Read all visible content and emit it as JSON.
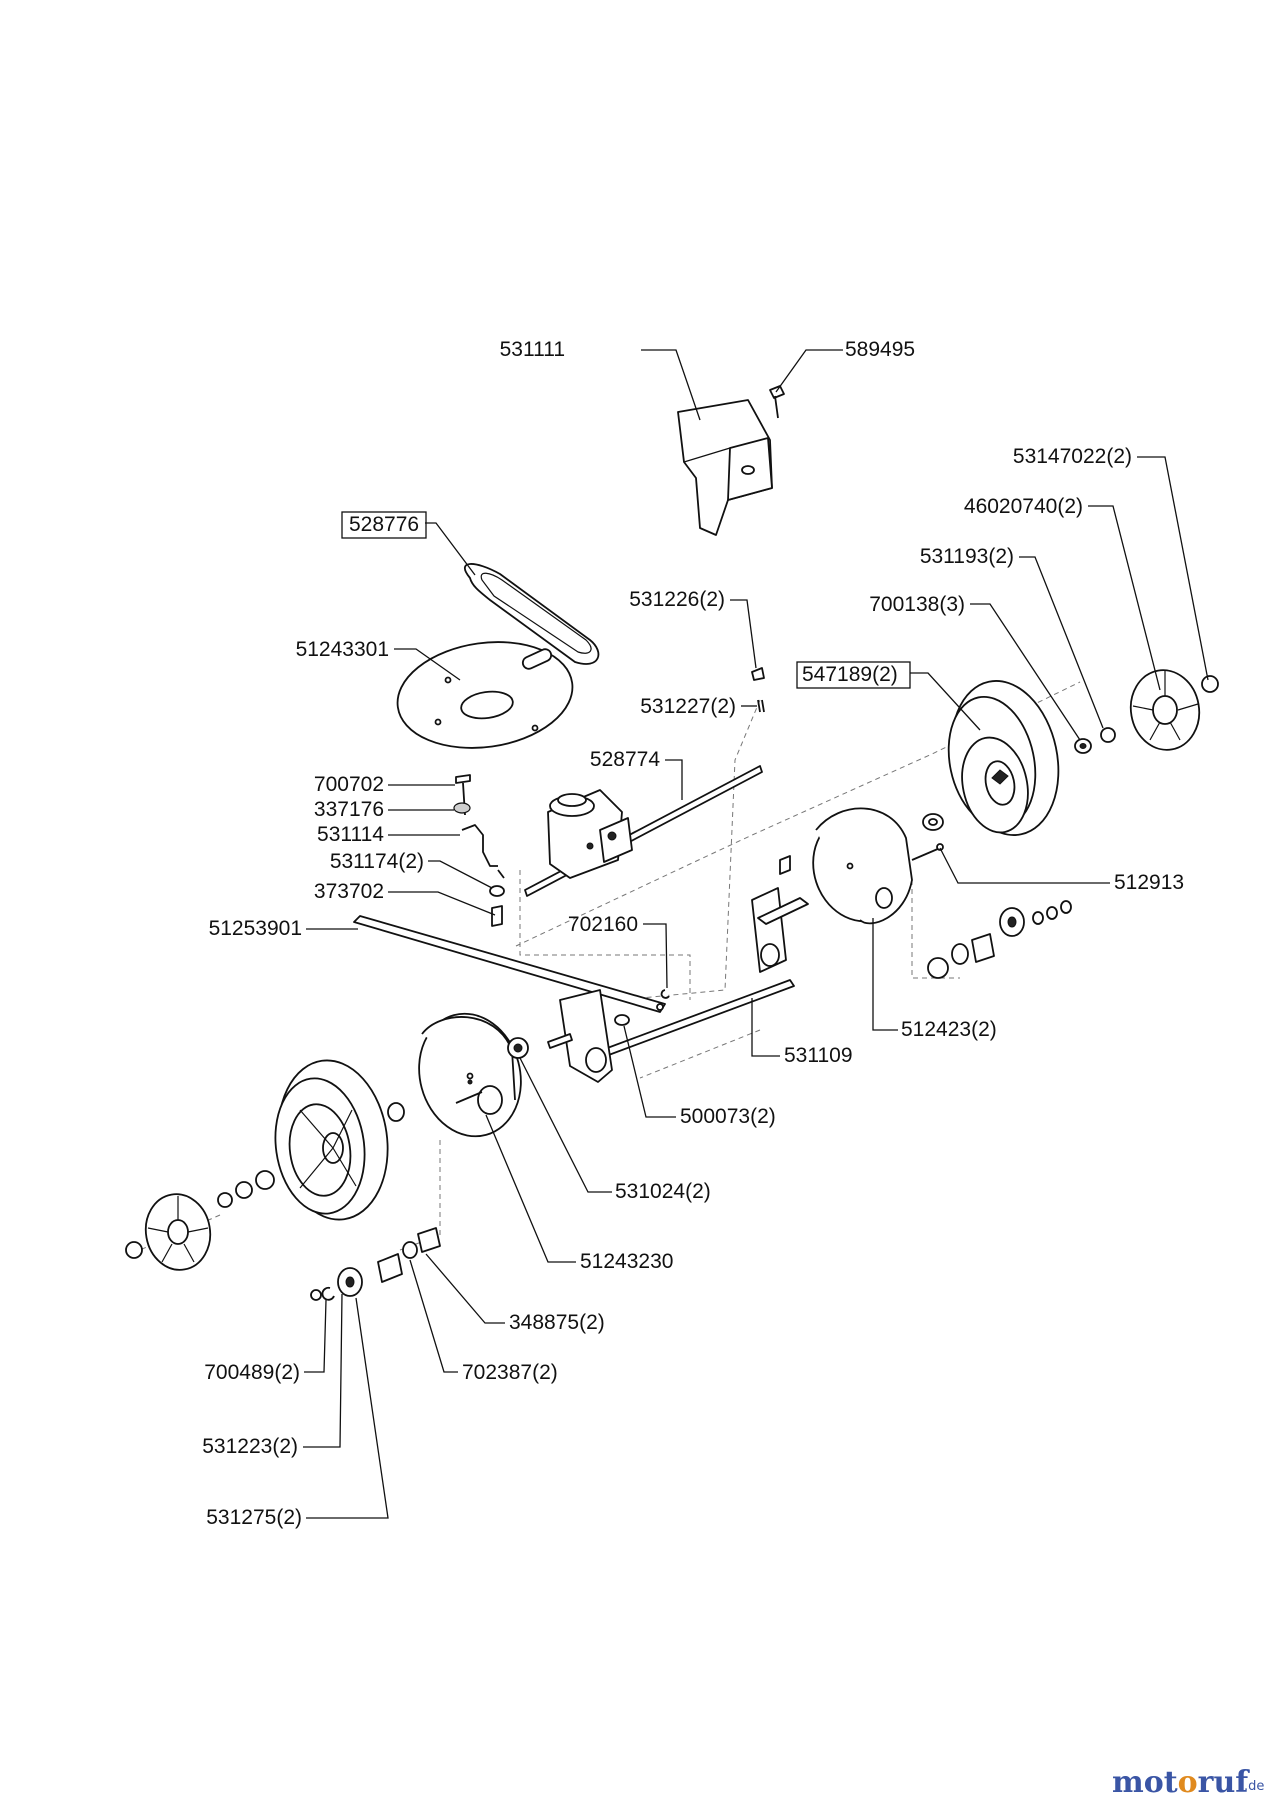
{
  "labels": [
    {
      "id": "lbl-531111",
      "text": "531111"
    },
    {
      "id": "lbl-589495",
      "text": "589495"
    },
    {
      "id": "lbl-53147022",
      "text": "53147022(2)"
    },
    {
      "id": "lbl-46020740",
      "text": "46020740(2)"
    },
    {
      "id": "lbl-528776",
      "text": "528776",
      "boxed": true
    },
    {
      "id": "lbl-531193",
      "text": "531193(2)"
    },
    {
      "id": "lbl-531226",
      "text": "531226(2)"
    },
    {
      "id": "lbl-700138",
      "text": "700138(3)"
    },
    {
      "id": "lbl-51243301",
      "text": "51243301"
    },
    {
      "id": "lbl-547189",
      "text": "547189(2)",
      "boxed": true
    },
    {
      "id": "lbl-531227",
      "text": "531227(2)"
    },
    {
      "id": "lbl-528774",
      "text": "528774"
    },
    {
      "id": "lbl-700702",
      "text": "700702"
    },
    {
      "id": "lbl-337176",
      "text": "337176"
    },
    {
      "id": "lbl-531114",
      "text": "531114"
    },
    {
      "id": "lbl-531174",
      "text": "531174(2)"
    },
    {
      "id": "lbl-512913",
      "text": "512913"
    },
    {
      "id": "lbl-373702",
      "text": "373702"
    },
    {
      "id": "lbl-51253901",
      "text": "51253901"
    },
    {
      "id": "lbl-702160",
      "text": "702160"
    },
    {
      "id": "lbl-512423",
      "text": "512423(2)"
    },
    {
      "id": "lbl-531109",
      "text": "531109"
    },
    {
      "id": "lbl-500073",
      "text": "500073(2)"
    },
    {
      "id": "lbl-531024",
      "text": "531024(2)"
    },
    {
      "id": "lbl-51243230",
      "text": "51243230"
    },
    {
      "id": "lbl-348875",
      "text": "348875(2)"
    },
    {
      "id": "lbl-700489",
      "text": "700489(2)"
    },
    {
      "id": "lbl-702387",
      "text": "702387(2)"
    },
    {
      "id": "lbl-531223",
      "text": "531223(2)"
    },
    {
      "id": "lbl-531275",
      "text": "531275(2)"
    }
  ],
  "watermark": {
    "brand": "motoruf",
    "tld": ".de"
  }
}
